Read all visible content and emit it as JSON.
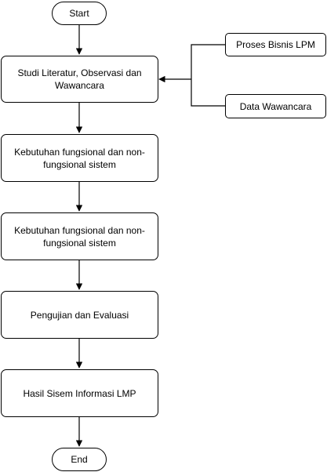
{
  "nodes": {
    "start": "Start",
    "step1": "Studi Literatur, Observasi dan Wawancara",
    "step2": "Kebutuhan fungsional dan non-fungsional sistem",
    "step3": "Kebutuhan fungsional dan non-fungsional sistem",
    "step4": "Pengujian dan Evaluasi",
    "step5": "Hasil Sisem Informasi LMP",
    "end": "End"
  },
  "inputs": {
    "input1": "Proses Bisnis LPM",
    "input2": "Data Wawancara"
  }
}
